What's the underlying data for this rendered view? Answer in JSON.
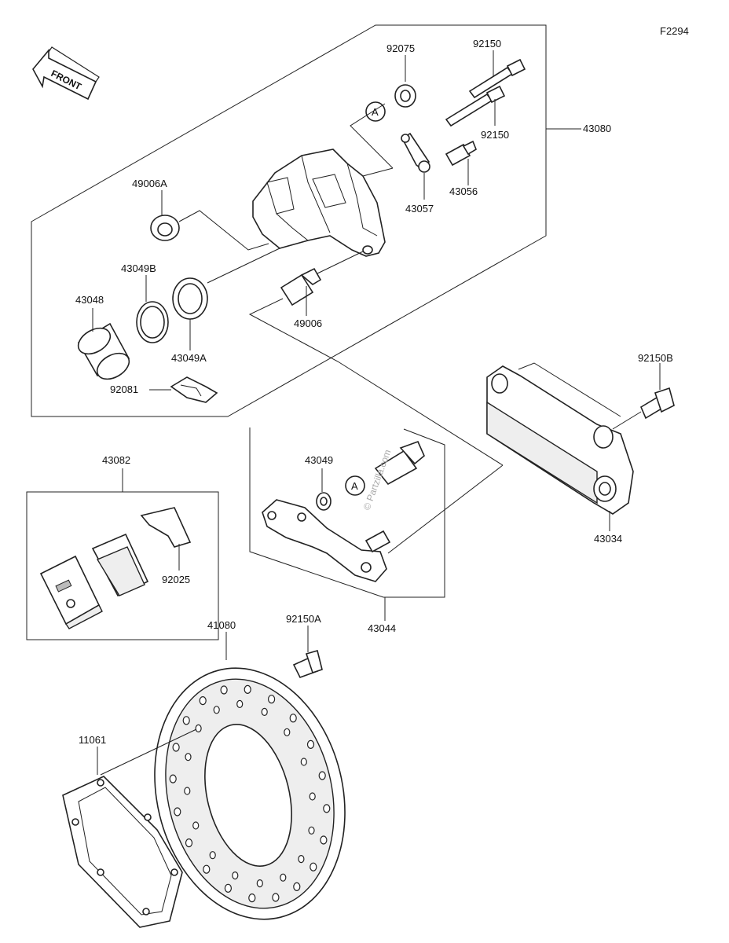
{
  "diagram_id": "F2294",
  "front_label": "FRONT",
  "watermark": "© Partzilla.com",
  "copyright_line1": "",
  "copyright_line2": "",
  "labels": {
    "l_92075": "92075",
    "l_92150_top": "92150",
    "l_92150_mid": "92150",
    "l_43080": "43080",
    "l_49006A": "49006A",
    "l_43056": "43056",
    "l_43057": "43057",
    "l_43049B": "43049B",
    "l_43048": "43048",
    "l_49006": "49006",
    "l_43049A": "43049A",
    "l_92081": "92081",
    "l_92150B": "92150B",
    "l_43082": "43082",
    "l_43049": "43049",
    "l_43034": "43034",
    "l_92025": "92025",
    "l_43044": "43044",
    "l_41080": "41080",
    "l_92150A": "92150A",
    "l_11061": "11061"
  },
  "ref_marker": "A"
}
